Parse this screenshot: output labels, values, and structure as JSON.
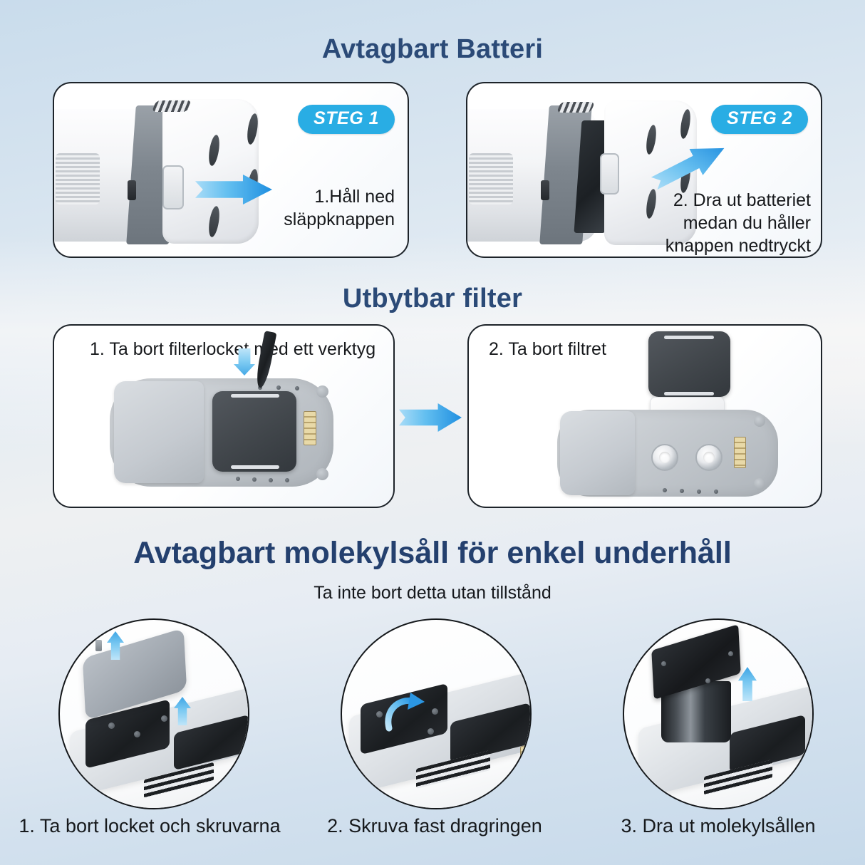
{
  "page": {
    "language": "sv",
    "background_colors": [
      "#c9dcec",
      "#eef0f2",
      "#c6d9ea"
    ],
    "accent_blue": "#29ade4",
    "heading_navy": "#24406e"
  },
  "section_battery": {
    "title": "Avtagbart Batteri",
    "steps": [
      {
        "badge": "STEG 1",
        "caption": "1.Håll ned\nsläppknappen",
        "arrow": "arrow-right-icon"
      },
      {
        "badge": "STEG 2",
        "caption": "2. Dra ut batteriet\nmedan du håller\nknappen nedtryckt",
        "arrow": "arrow-diagonal-up-right-icon"
      }
    ]
  },
  "section_filter": {
    "title": "Utbytbar filter",
    "steps": [
      {
        "caption": "1. Ta bort filterlocket med ett verktyg",
        "arrow": "arrow-down-icon"
      },
      {
        "caption": "2. Ta bort filtret",
        "arrow": "none"
      }
    ],
    "transition_arrow": "arrow-right-icon"
  },
  "section_sieve": {
    "title": "Avtagbart molekylsåll för enkel underhåll",
    "subtitle": "Ta inte bort detta utan tillstånd",
    "steps": [
      {
        "caption": "1. Ta bort locket och skruvarna",
        "arrow": "arrow-up-icon"
      },
      {
        "caption": "2. Skruva fast dragringen",
        "arrow": "arrow-rotate-icon"
      },
      {
        "caption": "3. Dra ut molekylsållen",
        "arrow": "arrow-up-icon"
      }
    ]
  }
}
